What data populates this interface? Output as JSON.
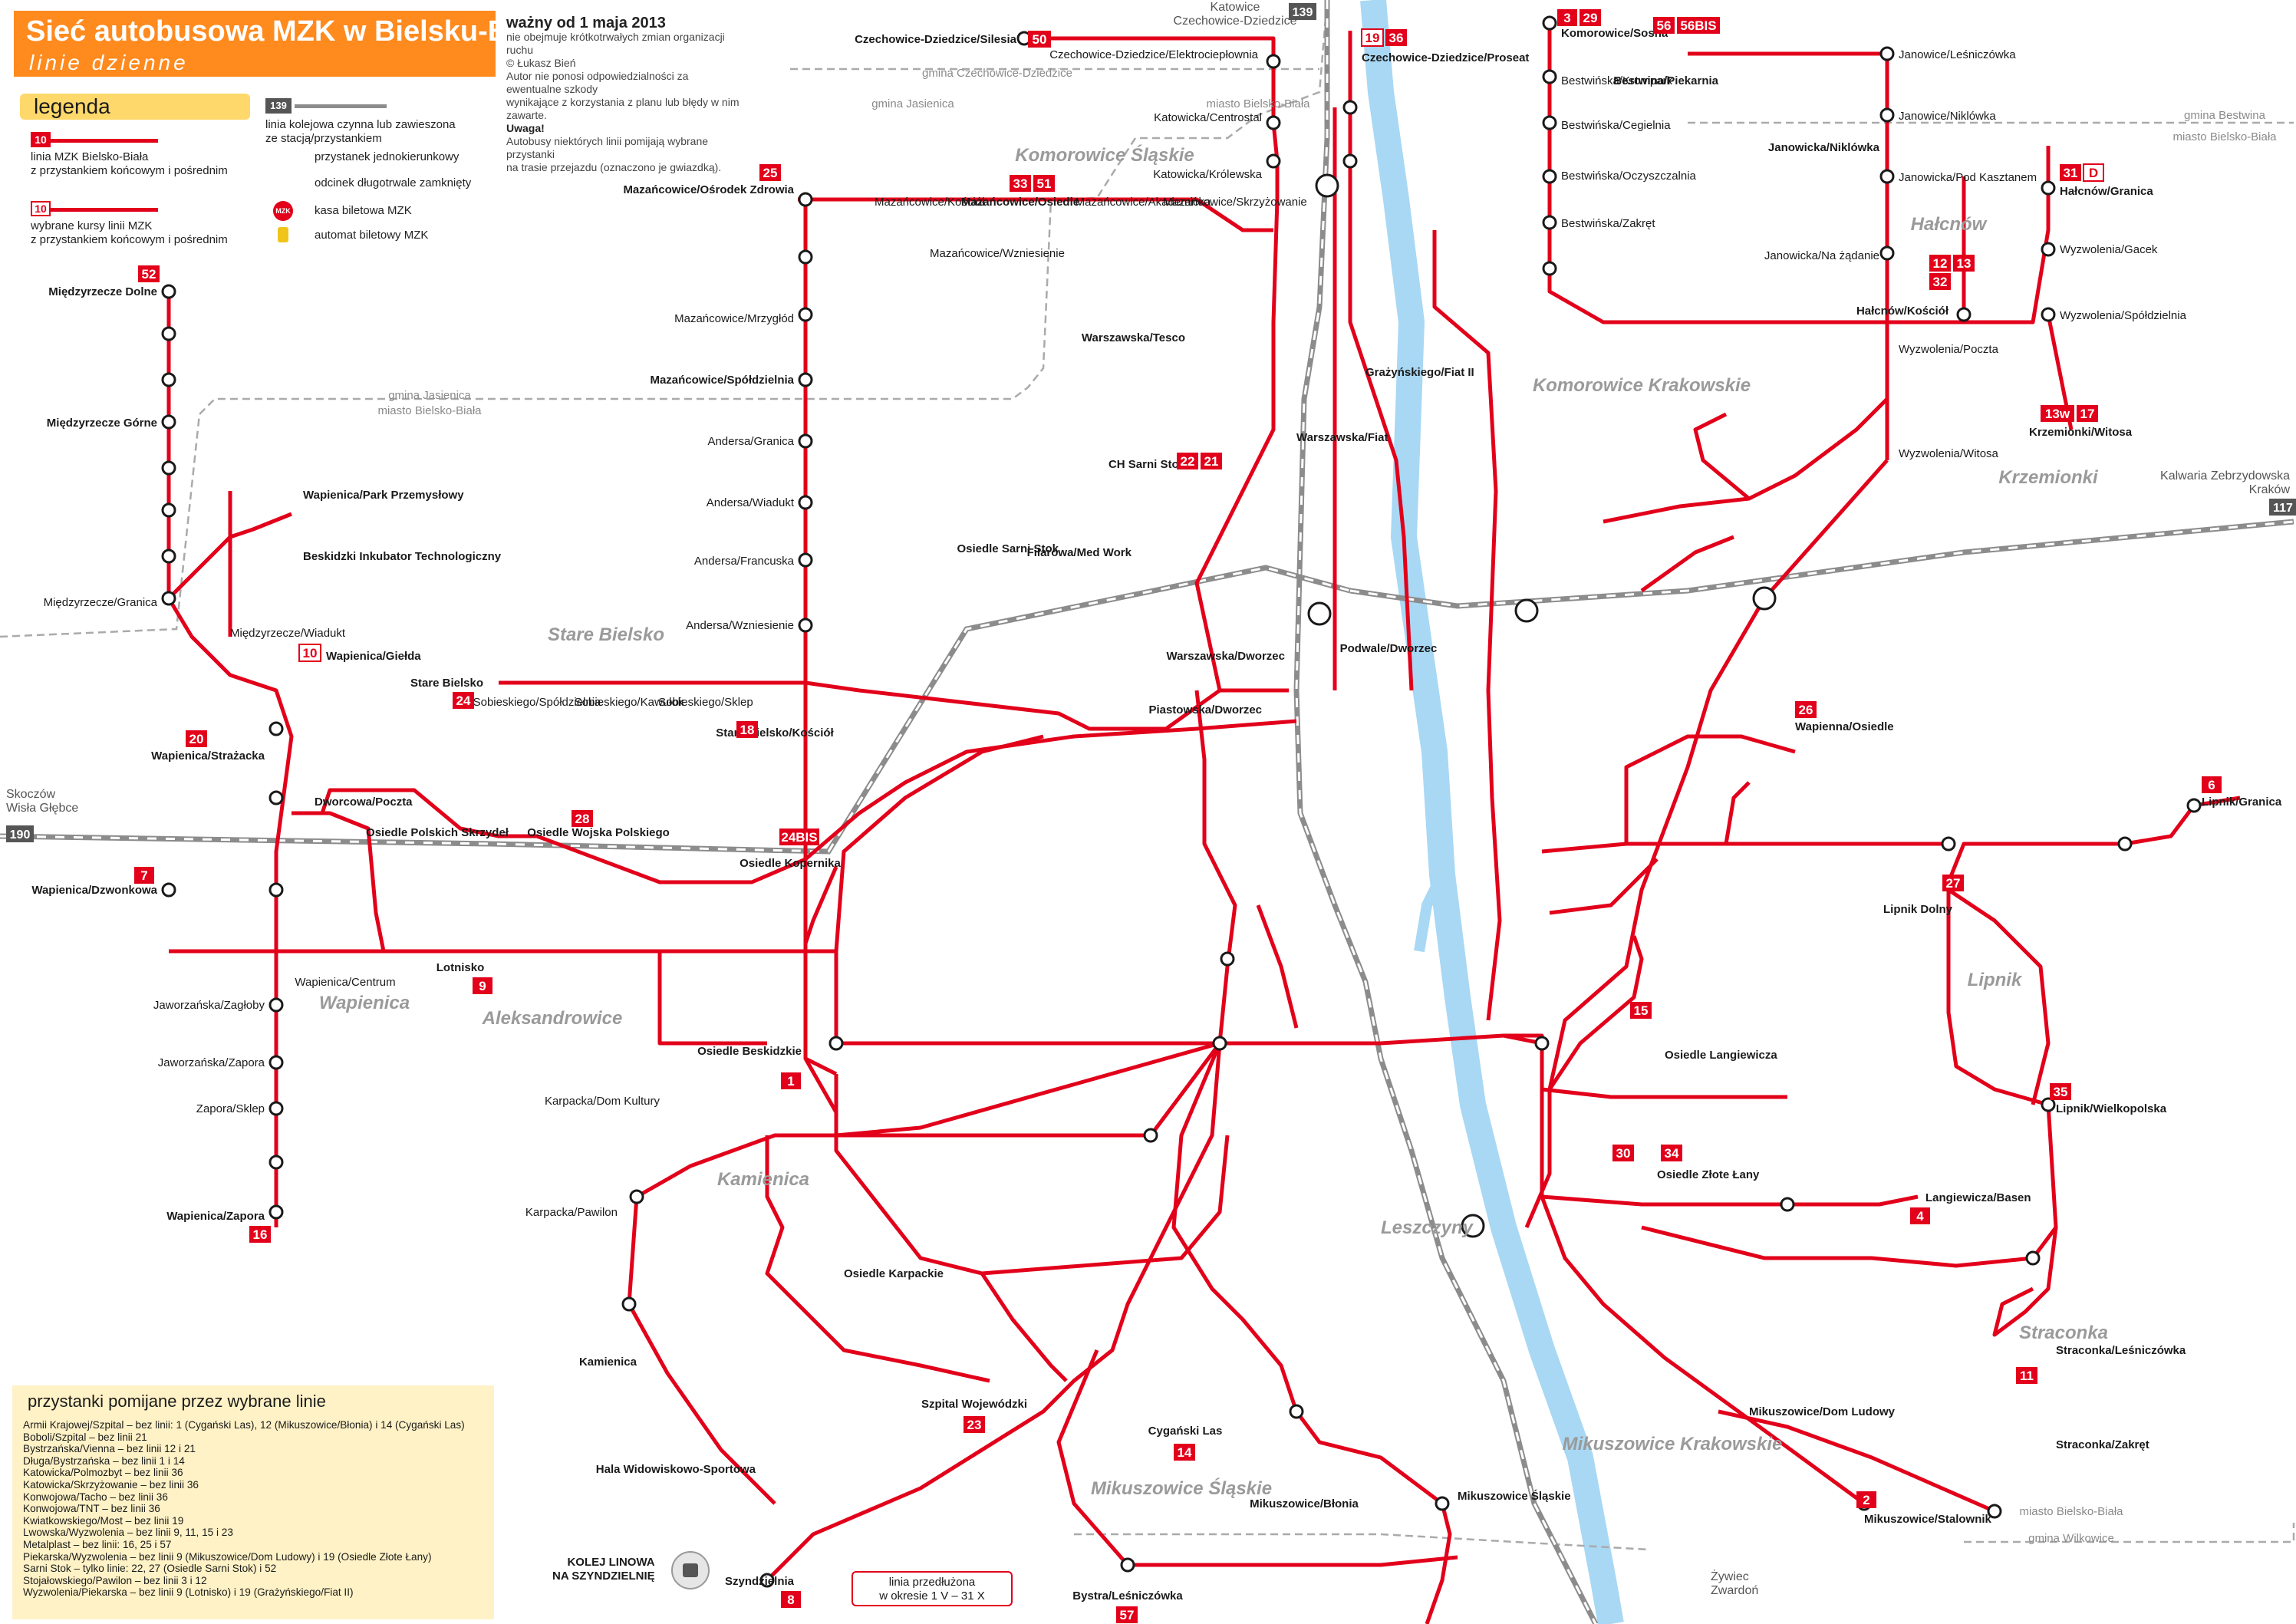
{
  "title": "Sieć autobusowa MZK w Bielsku-Białej",
  "subtitle": "linie dzienne",
  "validity": {
    "headline": "ważny od 1 maja 2013",
    "lines": [
      "nie obejmuje krótkotrwałych zmian organizacji ruchu",
      "© Łukasz Bień",
      "Autor nie ponosi odpowiedzialności za ewentualne szkody",
      "wynikające z korzystania z planu lub błędy w nim zawarte.",
      "Uwaga!",
      "Autobusy niektórych linii pomijają wybrane przystanki",
      "na trasie przejazdu (oznaczono je gwiazdką)."
    ]
  },
  "legend": {
    "title": "legenda",
    "items": [
      {
        "text1": "linia MZK Bielsko-Biała",
        "text2": "z przystankiem końcowym i pośrednim"
      },
      {
        "text1": "wybrane kursy linii MZK",
        "text2": "z przystankiem końcowym i pośrednim"
      },
      {
        "text1": "linia kolejowa czynna lub zawieszona",
        "text2": "ze stacją/przystankiem"
      },
      {
        "text1": "przystanek jednokierunkowy",
        "text2": ""
      },
      {
        "text1": "odcinek długotrwale zamknięty",
        "text2": ""
      },
      {
        "text1": "kasa biletowa MZK",
        "text2": ""
      },
      {
        "text1": "automat biletowy MZK",
        "text2": ""
      }
    ],
    "line_sample": "10",
    "line_sample_alt": "(10)",
    "rail_sample": "139",
    "kasa": "MZK"
  },
  "colors": {
    "line": "#e2001a",
    "orange": "#ff8a1e",
    "rail": "#8c8c8c",
    "river": "#a8d8f4",
    "district": "#aaaaaa"
  },
  "districts": [
    "Komorowice Śląskie",
    "Komorowice Krakowskie",
    "Hałcnów",
    "Krzemionki",
    "Stare Bielsko",
    "Wapienica",
    "Aleksandrowice",
    "Kamienica",
    "Leszczyny",
    "Lipnik",
    "Straconka",
    "Mikuszowice Krakowskie",
    "Mikuszowice Śląskie"
  ],
  "boundaries": [
    "gmina Czechowice-Dziedzice",
    "gmina Jasienica",
    "miasto Bielsko-Biała",
    "gmina Jasienica",
    "miasto Bielsko-Biała",
    "gmina Bestwina",
    "miasto Bielsko-Biała",
    "miasto Bielsko-Biała",
    "gmina Wilkowice"
  ],
  "rail_labels": [
    "139",
    "Katowice",
    "Czechowice-Dziedzice",
    "190",
    "Skoczów",
    "Wisła Głębce",
    "117",
    "Kalwaria Zebrzydowska",
    "Kraków",
    "Żywiec",
    "Zwardoń"
  ],
  "stops": [
    "Czechowice-Dziedzice/Silesia",
    "Czechowice-Dziedzice/Elektrociepłownia",
    "Katowicka/Centrostal",
    "Katowicka/Królewska",
    "Czechowice-Dziedzice/Proseat",
    "Komorowice/Sosna",
    "Bestwińska/Krompark",
    "Bestwińska/Cegielnia",
    "Bestwińska/Oczyszczalnia",
    "Bestwińska/Zakręt",
    "Bestwina/Piekarnia",
    "Janowice/Leśniczówka",
    "Janowice/Niklówka",
    "Janowicka/Niklówka",
    "Janowicka/Pod Kasztanem",
    "Janowicka/Na żądanie",
    "Hałcnów/Granica",
    "Wyzwolenia/Gacek",
    "Wyzwolenia/Spółdzielnia",
    "Hałcnów/Kościół",
    "Wyzwolenia/Poczta",
    "Krzemionki/Witosa",
    "Wyzwolenia/Witosa",
    "Mazańcowice/Ośrodek Zdrowia",
    "Mazańcowice/Kościół",
    "Mazańcowice/Osiedle",
    "Mazańcowice/Akademicka",
    "Mazańcowice/Skrzyżowanie",
    "Mazańcowice/Wzniesienie",
    "Mazańcowice/Mrzygłód",
    "Mazańcowice/Spółdzielnia",
    "Andersa/Granica",
    "Andersa/Wiadukt",
    "Andersa/Francuska",
    "Andersa/Wzniesienie",
    "Stare Bielsko",
    "Sobieskiego/Spółdzielnia",
    "Sobieskiego/Kawułok",
    "Sobieskiego/Sklep",
    "Stare Bielsko/Kościół",
    "Międzyrzecze Dolne",
    "Międzyrzecze Górne",
    "Wapienica/Park Przemysłowy",
    "Beskidzki Inkubator Technologiczny",
    "Międzyrzecze/Granica",
    "Międzyrzecze/Wiadukt",
    "Wapienica/Giełda",
    "Wapienica/Strażacka",
    "Dworcowa/Poczta",
    "Osiedle Polskich Skrzydeł",
    "Osiedle Wojska Polskiego",
    "Osiedle Kopernika",
    "Wapienica/Dzwonkowa",
    "Wapienica/Centrum",
    "Lotnisko",
    "Jaworzańska/Zagłoby",
    "Jaworzańska/Zapora",
    "Zapora/Sklep",
    "Wapienica/Zapora",
    "Osiedle Beskidzkie",
    "Karpacka/Dom Kultury",
    "Karpacka/Pawilon",
    "Kamienica",
    "Hala Widowiskowo-Sportowa",
    "Szyndzielnia",
    "Osiedle Karpackie",
    "Szpital Wojewódzki",
    "Cygański Las",
    "Mikuszowice/Błonia",
    "Mikuszowice Śląskie",
    "Bystra/Leśniczówka",
    "Warszawska/Tesco",
    "Warszawska/Fiat",
    "CH Sarni Stok",
    "Osiedle Sarni Stok",
    "Filarowa/Med Work",
    "Piastowska/Dworzec",
    "Warszawska/Dworzec",
    "Podwale/Dworzec",
    "Grażyńskiego/Fiat II",
    "Wapienna/Osiedle",
    "Lipnik/Granica",
    "Lipnik Dolny",
    "Osiedle Langiewicza",
    "Osiedle Złote Łany",
    "Langiewicza/Basen",
    "Lipnik/Wielkopolska",
    "Straconka/Leśniczówka",
    "Straconka/Zakręt",
    "Mikuszowice/Dom Ludowy",
    "Mikuszowice/Stalownik"
  ],
  "terminal_badges": [
    {
      "label": "50"
    },
    {
      "label": "19"
    },
    {
      "label": "36"
    },
    {
      "label": "3"
    },
    {
      "label": "29"
    },
    {
      "label": "56"
    },
    {
      "label": "56BIS"
    },
    {
      "label": "31"
    },
    {
      "label": "D"
    },
    {
      "label": "12"
    },
    {
      "label": "13"
    },
    {
      "label": "32"
    },
    {
      "label": "13w"
    },
    {
      "label": "17"
    },
    {
      "label": "52"
    },
    {
      "label": "10"
    },
    {
      "label": "20"
    },
    {
      "label": "24"
    },
    {
      "label": "18"
    },
    {
      "label": "9"
    },
    {
      "label": "7"
    },
    {
      "label": "16"
    },
    {
      "label": "1"
    },
    {
      "label": "8"
    },
    {
      "label": "23"
    },
    {
      "label": "14"
    },
    {
      "label": "57"
    },
    {
      "label": "6"
    },
    {
      "label": "26"
    },
    {
      "label": "27"
    },
    {
      "label": "2"
    },
    {
      "label": "4"
    },
    {
      "label": "35"
    },
    {
      "label": "11"
    },
    {
      "label": "22"
    },
    {
      "label": "21"
    },
    {
      "label": "25"
    },
    {
      "label": "33"
    },
    {
      "label": "51"
    },
    {
      "label": "15"
    },
    {
      "label": "30"
    },
    {
      "label": "34"
    },
    {
      "label": "28"
    },
    {
      "label": "24BIS"
    }
  ],
  "skipped": {
    "title": "przystanki pomijane przez wybrane linie",
    "items": [
      "Armii Krajowej/Szpital – bez linii: 1 (Cygański Las), 12 (Mikuszowice/Błonia) i 14 (Cygański Las)",
      "Boboli/Szpital – bez linii 21",
      "Bystrzańska/Vienna – bez linii 12 i 21",
      "Długa/Bystrzańska – bez linii 1 i 14",
      "Katowicka/Polmozbyt – bez linii 36",
      "Katowicka/Skrzyżowanie – bez linii 36",
      "Konwojowa/Tacho – bez linii 36",
      "Konwojowa/TNT – bez linii 36",
      "Kwiatkowskiego/Most – bez linii 19",
      "Lwowska/Wyzwolenia – bez linii 9, 11, 15 i 23",
      "Metalplast – bez linii: 16, 25 i 57",
      "Piekarska/Wyzwolenia – bez linii 9 (Mikuszowice/Dom Ludowy) i 19 (Osiedle Złote Łany)",
      "Sarni Stok – tylko linie: 22, 27 (Osiedle Sarni Stok) i 52",
      "Stojałowskiego/Pawilon – bez linii 3 i 12",
      "Wyzwolenia/Piekarska – bez linii 9 (Lotnisko) i 19 (Grażyńskiego/Fiat II)"
    ]
  },
  "cable_car": {
    "line1": "KOLEJ LINOWA",
    "line2": "NA SZYNDZIELNIĘ"
  },
  "extension_note": {
    "line1": "linia przedłużona",
    "line2": "w okresie 1 V – 31 X"
  }
}
